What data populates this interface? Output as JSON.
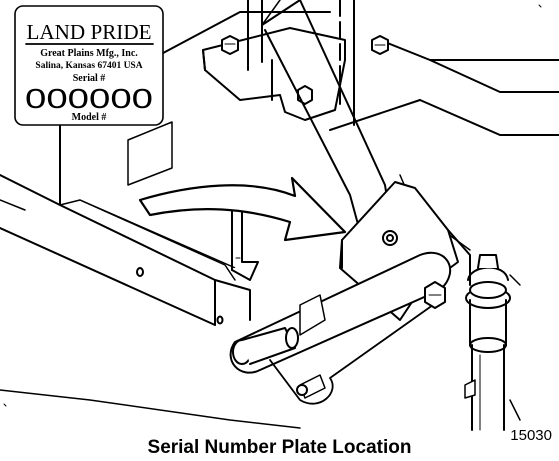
{
  "serial_plate": {
    "brand": "LAND PRIDE",
    "manufacturer": "Great Plains Mfg., Inc.",
    "address": "Salina, Kansas 67401   USA",
    "serial_label": "Serial #",
    "serial_number": "000000",
    "model_label": "Model #"
  },
  "caption": "Serial Number Plate Location",
  "figure_number": "15030"
}
